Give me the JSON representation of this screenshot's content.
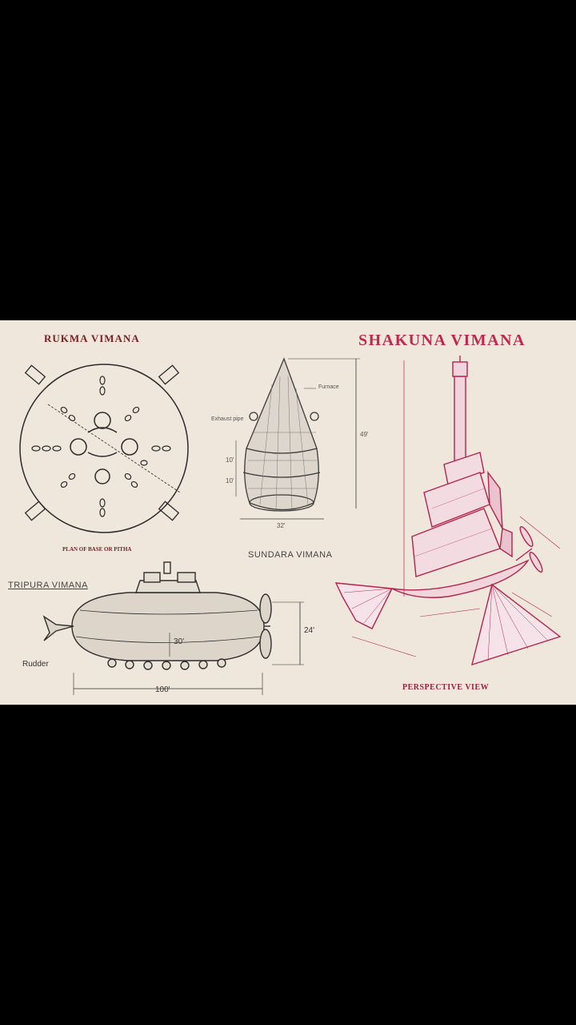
{
  "rukma": {
    "title": "RUKMA VIMANA",
    "caption": "PLAN OF BASE OR PITHA"
  },
  "sundara": {
    "title": "SUNDARA VIMANA",
    "labels": {
      "exhaust": "Exhaust pipe",
      "furnace": "Furnace",
      "height": "49'",
      "width": "32'",
      "seg1": "10'",
      "seg2": "10'"
    }
  },
  "tripura": {
    "title": "TRIPURA VIMANA",
    "rudder": "Rudder",
    "length": "100'",
    "height": "24'",
    "inner": "30'"
  },
  "shakuna": {
    "title": "SHAKUNA VIMANA",
    "caption": "PERSPECTIVE VIEW"
  },
  "colors": {
    "dark_ink": "#7a1f22",
    "pink_ink": "#c0284e",
    "paper": "#efe6dc"
  }
}
